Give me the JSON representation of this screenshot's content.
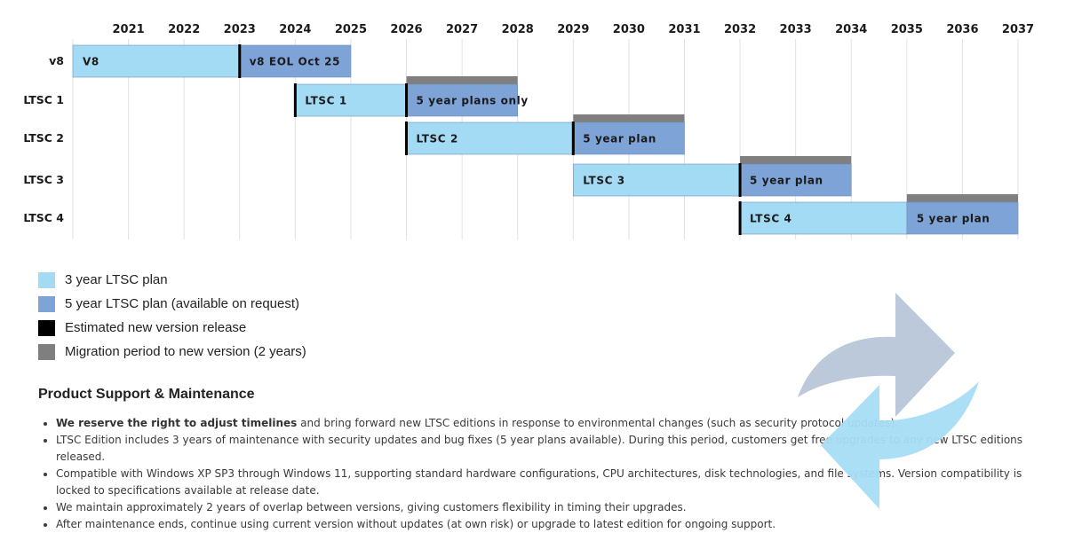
{
  "chart_data": {
    "type": "gantt",
    "x_axis": {
      "ticks": [
        2021,
        2022,
        2023,
        2024,
        2025,
        2026,
        2027,
        2028,
        2029,
        2030,
        2031,
        2032,
        2033,
        2034,
        2035,
        2036,
        2037
      ],
      "range": [
        2020,
        2037
      ]
    },
    "rows": [
      {
        "name": "v8",
        "segments": [
          {
            "type": "3yr",
            "start": 2020,
            "end": 2023,
            "label": "V8"
          },
          {
            "type": "5yr",
            "start": 2023,
            "end": 2025,
            "label": "v8 EOL Oct 25"
          }
        ],
        "releases": [
          2023
        ],
        "migration": []
      },
      {
        "name": "LTSC 1",
        "segments": [
          {
            "type": "3yr",
            "start": 2024,
            "end": 2026,
            "label": "LTSC 1"
          },
          {
            "type": "5yr",
            "start": 2026,
            "end": 2028,
            "label": "5 year plans only"
          }
        ],
        "releases": [
          2024,
          2026
        ],
        "migration": [
          2026,
          2028
        ]
      },
      {
        "name": "LTSC 2",
        "segments": [
          {
            "type": "3yr",
            "start": 2026,
            "end": 2029,
            "label": "LTSC 2"
          },
          {
            "type": "5yr",
            "start": 2029,
            "end": 2031,
            "label": "5 year plan"
          }
        ],
        "releases": [
          2026,
          2029
        ],
        "migration": [
          2029,
          2031
        ]
      },
      {
        "name": "LTSC 3",
        "segments": [
          {
            "type": "3yr",
            "start": 2029,
            "end": 2032,
            "label": "LTSC 3"
          },
          {
            "type": "5yr",
            "start": 2032,
            "end": 2034,
            "label": "5 year plan"
          }
        ],
        "releases": [
          2032
        ],
        "migration": [
          2032,
          2034
        ]
      },
      {
        "name": "LTSC 4",
        "segments": [
          {
            "type": "3yr",
            "start": 2032,
            "end": 2035,
            "label": "LTSC 4"
          },
          {
            "type": "5yr",
            "start": 2035,
            "end": 2037,
            "label": "5 year plan"
          }
        ],
        "releases": [
          2032
        ],
        "migration": [
          2035,
          2037
        ]
      }
    ],
    "legend": [
      {
        "key": "3yr",
        "label": "3 year LTSC plan"
      },
      {
        "key": "5yr",
        "label": "5 year LTSC plan (available on request)"
      },
      {
        "key": "release",
        "label": "Estimated new version release"
      },
      {
        "key": "migration",
        "label": "Migration period to new version (2 years)"
      }
    ],
    "colors": {
      "3yr": "#a3dbf5",
      "5yr": "#7ea3d6",
      "release": "#000000",
      "migration": "#7f7f7f",
      "grid": "#e2e2e2"
    }
  },
  "support": {
    "title": "Product Support & Maintenance",
    "notes": [
      {
        "bold": "We reserve the right to adjust timelines",
        "text": " and bring forward new LTSC editions in response to environmental changes (such as security protocol updates)."
      },
      {
        "bold": "",
        "text": "LTSC Edition includes 3 years of maintenance with security updates and bug fixes (5 year plans available). During this period, customers get free upgrades to any new LTSC editions released."
      },
      {
        "bold": "",
        "text": "Compatible with Windows XP SP3 through Windows 11, supporting standard hardware configurations, CPU architectures, disk technologies, and file systems. Version compatibility is locked to specifications available at release date."
      },
      {
        "bold": "",
        "text": "We maintain approximately 2 years of overlap between versions, giving customers flexibility in timing their upgrades."
      },
      {
        "bold": "",
        "text": "After maintenance ends, continue using current version without updates (at own risk) or upgrade to latest edition for ongoing support."
      }
    ]
  },
  "icon": {
    "name": "refresh-arrows-icon",
    "colors": [
      "#b7c6d9",
      "#a6ddf5"
    ]
  }
}
